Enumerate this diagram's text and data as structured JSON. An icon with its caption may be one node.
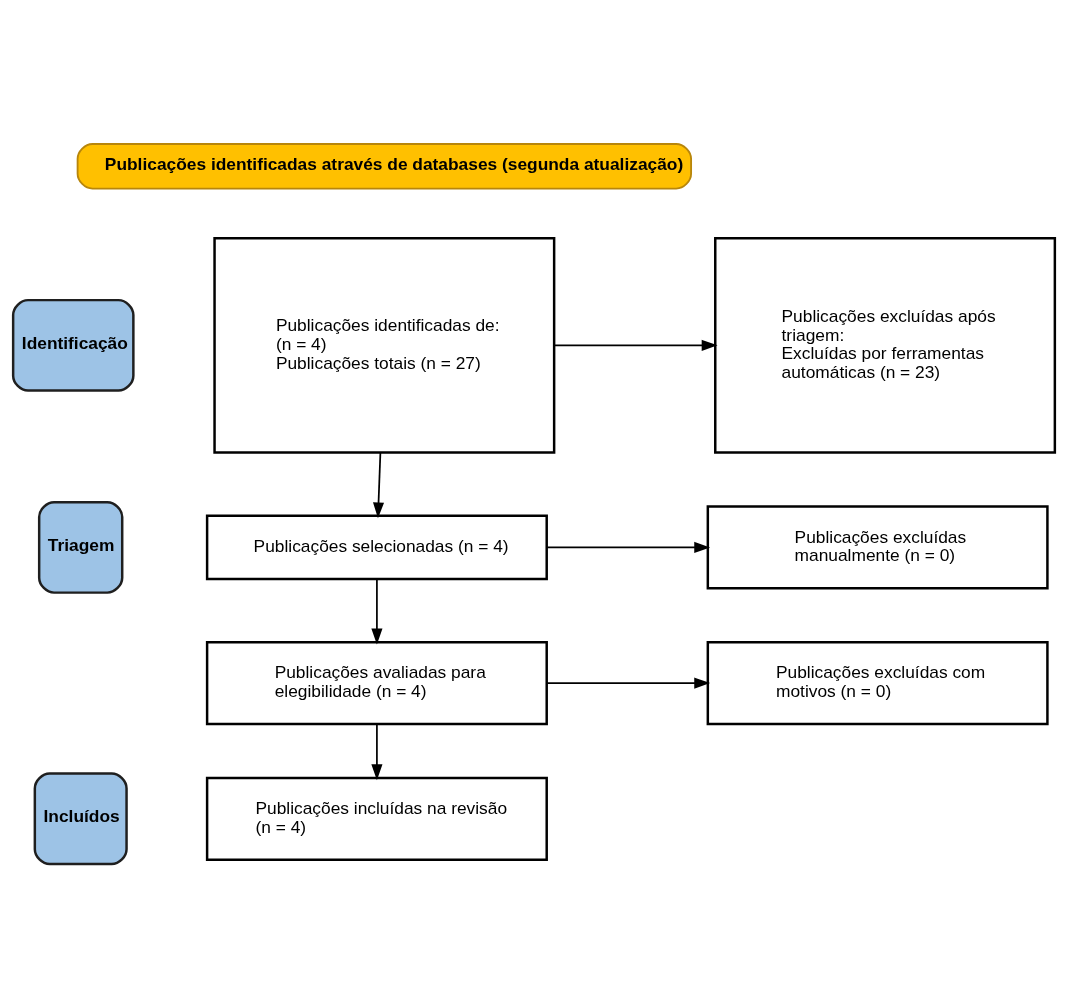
{
  "diagram": {
    "nodes": [
      {
        "text": [
          "Publicações identificadas através de databases (segunda atualização)"
        ]
      },
      {
        "text": [
          "Identificação"
        ]
      },
      {
        "text": [
          "Publicações identificadas de:",
          "(n = 4)",
          "Publicações totais (n = 27)"
        ]
      },
      {
        "text": [
          "Publicações excluídas após triagem:",
          "Excluídas por ferramentas automáticas (n = 23)"
        ]
      },
      {
        "text": [
          "Triagem"
        ]
      },
      {
        "text": [
          "Publicações selecionadas (n = 4)"
        ]
      },
      {
        "text": [
          "Publicações excluídas manualmente (n = 0)"
        ]
      },
      {
        "text": [
          "Publicações avaliadas para elegibilidade (n = 4)"
        ]
      },
      {
        "text": [
          "Publicações excluídas com motivos (n = 0)"
        ]
      },
      {
        "text": [
          "Incluídos"
        ]
      },
      {
        "text": [
          "Publicações incluídas na revisão (n = 4)"
        ]
      }
    ],
    "edges": [
      {
        "from": 2,
        "to": 3,
        "arrow": "to"
      },
      {
        "from": 2,
        "to": 5,
        "arrow": "to"
      },
      {
        "from": 5,
        "to": 6,
        "arrow": "to"
      },
      {
        "from": 5,
        "to": 7,
        "arrow": "to"
      },
      {
        "from": 7,
        "to": 8,
        "arrow": "to"
      },
      {
        "from": 7,
        "to": 10,
        "arrow": "to"
      }
    ]
  }
}
